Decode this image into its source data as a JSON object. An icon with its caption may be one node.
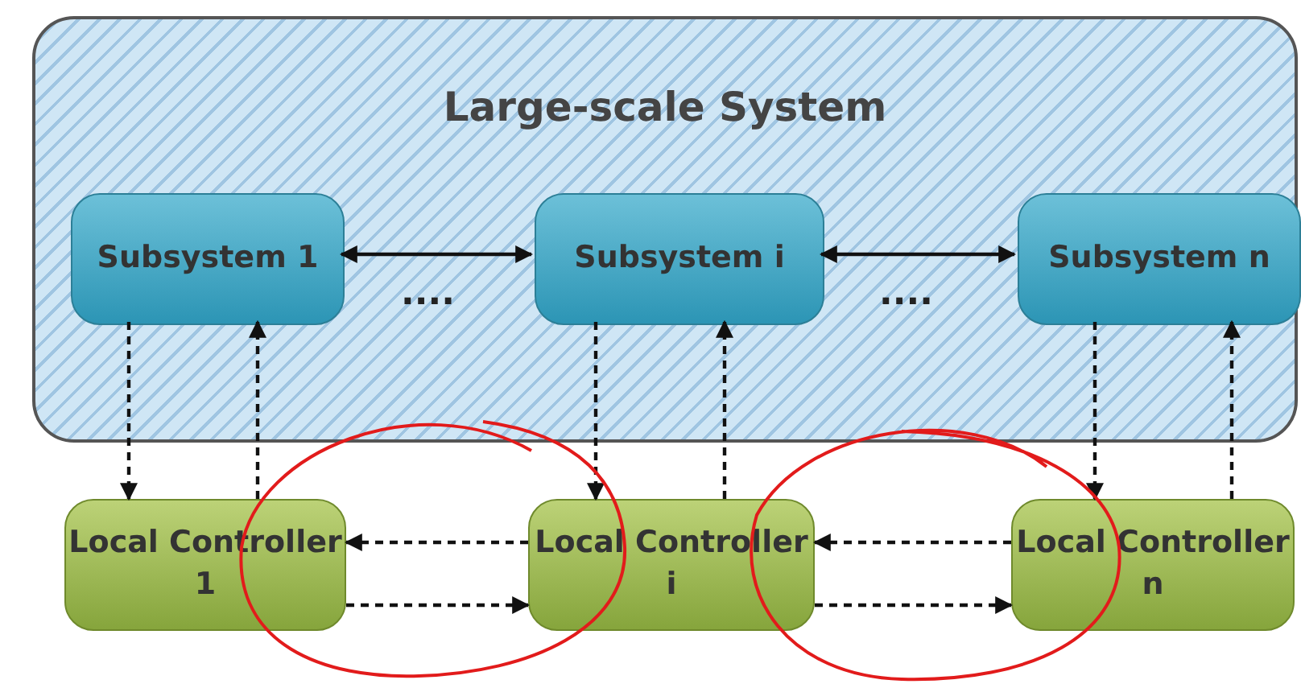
{
  "diagram": {
    "nodes": [
      {
        "text": [
          "Large-scale System"
        ]
      },
      {
        "text": [
          "Subsystem 1"
        ],
        "in": 0
      },
      {
        "text": [
          "Subsystem i"
        ],
        "in": 0
      },
      {
        "text": [
          "Subsystem n"
        ],
        "in": 0
      },
      {
        "text": [
          "Local Controller 1"
        ]
      },
      {
        "text": [
          "Local Controller i"
        ]
      },
      {
        "text": [
          "Local Controller n"
        ]
      }
    ],
    "edges": [
      {
        "from": 1,
        "to": 2,
        "arrow": "both"
      },
      {
        "from": 2,
        "to": 3,
        "arrow": "both"
      },
      {
        "from": 1,
        "to": 4,
        "arrow": "to",
        "style": "dashed"
      },
      {
        "from": 4,
        "to": 1,
        "arrow": "to",
        "style": "dashed"
      },
      {
        "from": 2,
        "to": 5,
        "arrow": "to",
        "style": "dashed"
      },
      {
        "from": 5,
        "to": 2,
        "arrow": "to",
        "style": "dashed"
      },
      {
        "from": 3,
        "to": 6,
        "arrow": "to",
        "style": "dashed"
      },
      {
        "from": 6,
        "to": 3,
        "arrow": "to",
        "style": "dashed"
      },
      {
        "from": 5,
        "to": 4,
        "arrow": "to",
        "style": "dashed"
      },
      {
        "from": 4,
        "to": 5,
        "arrow": "to",
        "style": "dashed"
      },
      {
        "from": 6,
        "to": 5,
        "arrow": "to",
        "style": "dashed"
      },
      {
        "from": 5,
        "to": 6,
        "arrow": "to",
        "style": "dashed"
      }
    ],
    "labels": [
      "....",
      "...."
    ]
  }
}
